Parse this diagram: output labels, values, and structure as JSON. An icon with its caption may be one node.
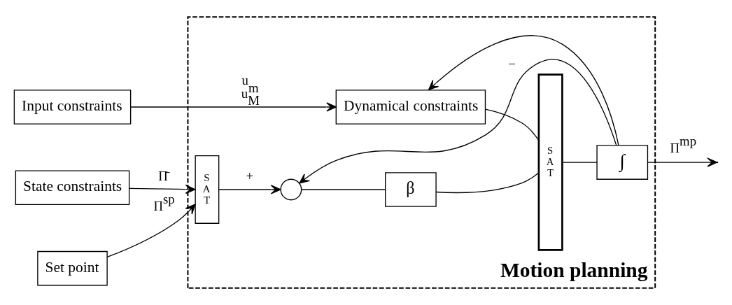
{
  "diagram": {
    "nodes": [
      {
        "text": [
          "Motion planning"
        ]
      },
      {
        "text": [
          "Input constraints"
        ]
      },
      {
        "text": [
          "State constraints"
        ]
      },
      {
        "text": [
          "Set point"
        ]
      },
      {
        "text": [
          "Dynamical constraints"
        ],
        "in": 0
      },
      {
        "text": [
          "S A T"
        ],
        "in": 0
      },
      {
        "text": [],
        "shape": "circle",
        "in": 0
      },
      {
        "text": [
          "β"
        ],
        "in": 0
      },
      {
        "text": [
          "S A T"
        ],
        "in": 0
      },
      {
        "text": [
          "∫"
        ],
        "in": 0
      }
    ],
    "edges": [
      {
        "from": 1,
        "to": 4,
        "arrow": "to",
        "label": "u$_{m}$ u$_{M}$"
      },
      {
        "from": 2,
        "to": 5,
        "arrow": "to",
        "label": "Π̄"
      },
      {
        "from": 3,
        "to": 5,
        "arrow": "to",
        "label": "Π$^{sp}$"
      },
      {
        "from": 5,
        "to": 6,
        "arrow": "to",
        "label": "+"
      },
      {
        "from": 6,
        "to": 7,
        "arrow": "none"
      },
      {
        "from": 7,
        "to": 8,
        "arrow": "none"
      },
      {
        "from": 4,
        "to": 8,
        "arrow": "none"
      },
      {
        "from": 8,
        "to": 9,
        "arrow": "none"
      },
      {
        "from": 9,
        "to": null,
        "arrow": "to",
        "label": "Π$^{mp}$"
      },
      {
        "from": 9,
        "to": 4,
        "arrow": "to"
      },
      {
        "from": 9,
        "to": 6,
        "arrow": "to",
        "label": "−"
      }
    ]
  }
}
